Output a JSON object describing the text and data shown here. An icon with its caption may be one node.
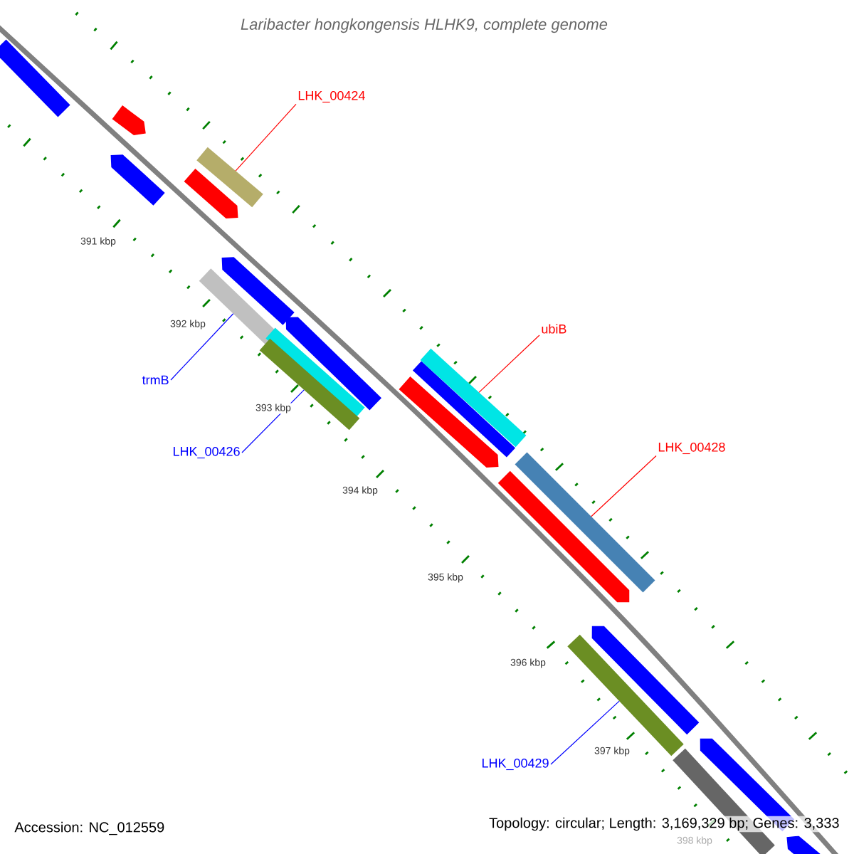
{
  "diagram": {
    "title": "Laribacter hongkongensis HLHK9, complete genome",
    "nodes": [
      {
        "text": [],
        "shape": "bar"
      },
      {
        "text": [],
        "shape": "bar"
      },
      {
        "text": [
          "LHK_00424"
        ]
      },
      {
        "text": [],
        "shape": "bar"
      },
      {
        "text": [],
        "shape": "bar"
      },
      {
        "text": [],
        "shape": "bar"
      },
      {
        "text": [],
        "shape": "bar"
      },
      {
        "text": [],
        "shape": "bar"
      },
      {
        "text": [],
        "shape": "bar"
      },
      {
        "text": [],
        "shape": "bar"
      },
      {
        "text": [],
        "shape": "bar"
      },
      {
        "text": [
          "ubiB"
        ]
      },
      {
        "text": [],
        "shape": "bar"
      },
      {
        "text": [],
        "shape": "bar"
      },
      {
        "text": [],
        "shape": "bar"
      },
      {
        "text": [
          "trmB"
        ]
      },
      {
        "text": [
          "LHK_00428"
        ]
      },
      {
        "text": [
          "LHK_00426"
        ]
      },
      {
        "text": [],
        "shape": "bar"
      },
      {
        "text": [],
        "shape": "bar"
      },
      {
        "text": [],
        "shape": "bar"
      },
      {
        "text": [],
        "shape": "bar"
      },
      {
        "text": [],
        "shape": "bar"
      },
      {
        "text": [],
        "shape": "bar"
      },
      {
        "text": [
          "LHK_00429"
        ]
      },
      {
        "text": [],
        "shape": "bar"
      }
    ],
    "edges": [
      {
        "from": 2,
        "to": 4,
        "arrow": "none",
        "color": "#ff0000"
      },
      {
        "from": 11,
        "to": 13,
        "arrow": "none",
        "color": "#ff0000"
      },
      {
        "from": 15,
        "to": 7,
        "arrow": "none",
        "color": "#0000ff"
      },
      {
        "from": 16,
        "to": 18,
        "arrow": "none",
        "color": "#ff0000"
      },
      {
        "from": 17,
        "to": 10,
        "arrow": "none",
        "color": "#0000ff"
      },
      {
        "from": 24,
        "to": 21,
        "arrow": "none",
        "color": "#0000ff"
      }
    ],
    "labels": [
      "391 kbp",
      "392 kbp",
      "393 kbp",
      "394 kbp",
      "395 kbp",
      "396 kbp",
      "397 kbp",
      "398 kbp",
      "Accession: NC_012559",
      "Topology: circular; Length: 3,169,329 bp; Genes: 3,333"
    ]
  }
}
